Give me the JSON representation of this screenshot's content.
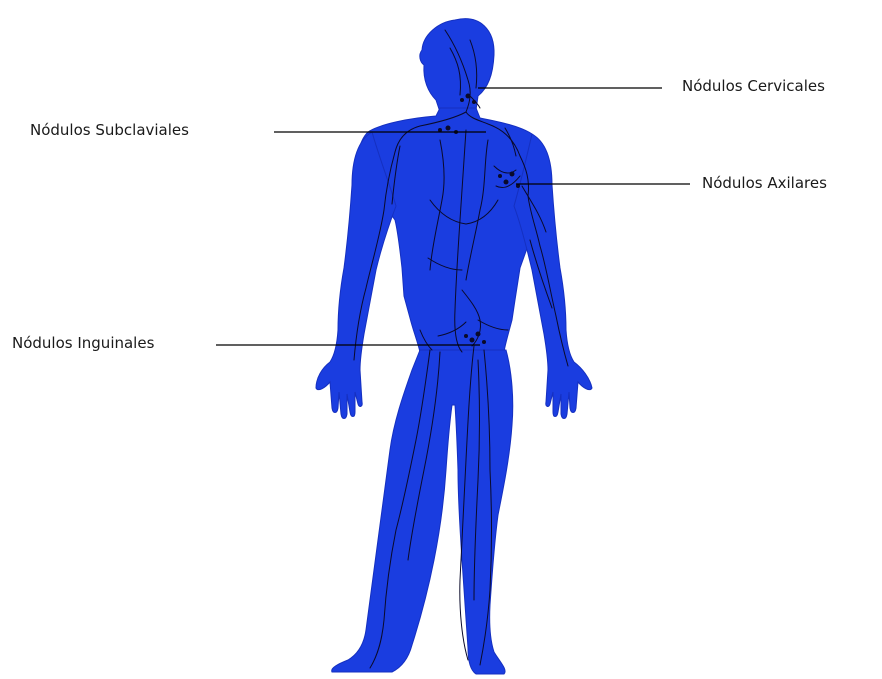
{
  "diagram": {
    "labels": {
      "cervical": "Nódulos Cervicales",
      "subclavian": "Nódulos Subclaviales",
      "axillary": "Nódulos Axilares",
      "inguinal": "Nódulos Inguinales"
    },
    "colors": {
      "body_fill": "#1a3de0",
      "lymph_vessels": "#0a0a2a",
      "leader_lines": "#000000",
      "text": "#1a1a1a",
      "background": "#ffffff"
    }
  }
}
